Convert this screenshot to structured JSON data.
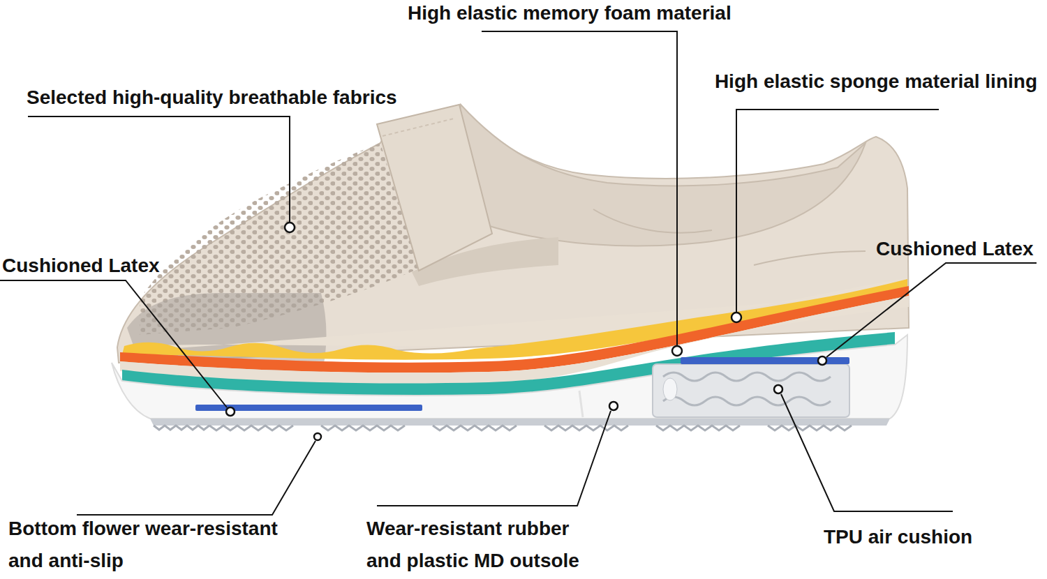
{
  "diagram": {
    "labels": [
      "High elastic memory foam material",
      "Selected high-quality breathable fabrics",
      "High elastic sponge material lining",
      "Cushioned Latex",
      "Cushioned Latex",
      "Bottom flower wear-resistant and anti-slip",
      "Wear-resistant rubber and plastic MD outsole",
      "TPU air cushion"
    ]
  }
}
